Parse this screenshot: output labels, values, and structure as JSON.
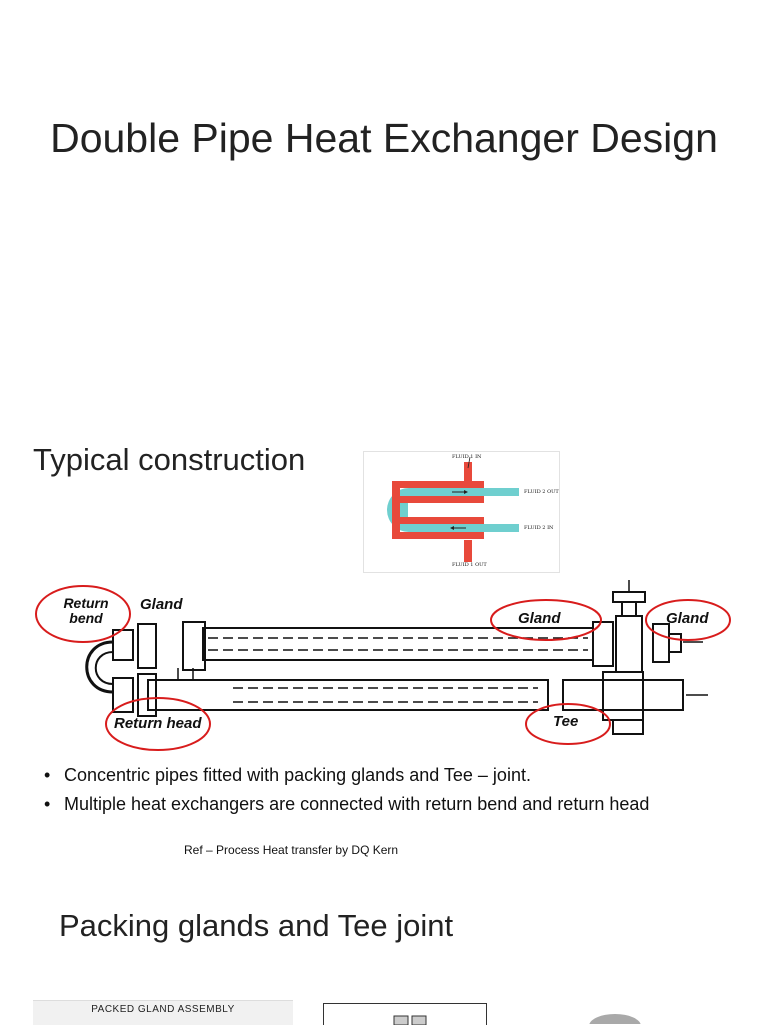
{
  "title": "Double Pipe Heat Exchanger Design",
  "section1_heading": "Typical construction",
  "schematic": {
    "fluid1_in": "FLUID 1 IN",
    "fluid1_out": "FLUID 1 OUT",
    "fluid2_out": "FLUID 2 OUT",
    "fluid2_in": "FLUID 2 IN"
  },
  "drawing_labels": {
    "return_bend": "Return bend",
    "gland_left": "Gland",
    "gland_mid": "Gland",
    "gland_right": "Gland",
    "return_head": "Return head",
    "tee": "Tee"
  },
  "bullets": [
    "Concentric pipes fitted with packing glands and Tee – joint.",
    "Multiple heat exchangers are connected with return bend and return head"
  ],
  "reference": "Ref – Process Heat transfer by DQ Kern",
  "section2_heading": "Packing glands and Tee joint",
  "packed_gland_label": "PACKED GLAND ASSEMBLY",
  "colors": {
    "inner_pipe": "#e8493b",
    "outer_pipe": "#6fcfcf",
    "highlight_ellipse": "#d81c1c"
  }
}
